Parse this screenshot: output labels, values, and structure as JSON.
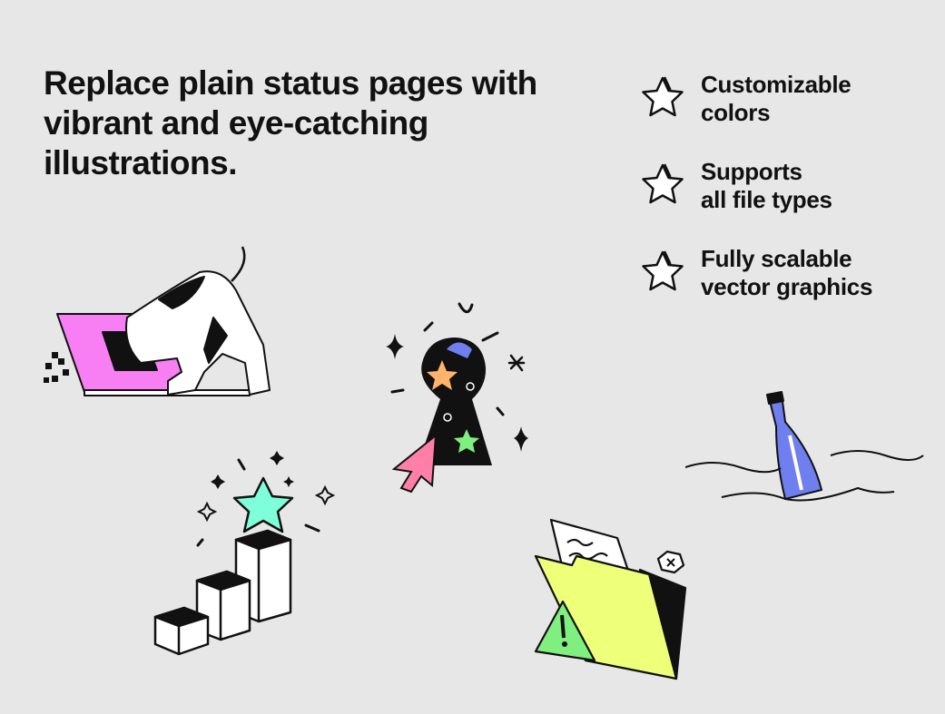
{
  "headline": "Replace plain status pages with vibrant and eye-catching illustrations.",
  "features": [
    {
      "icon": "star-icon",
      "label": "Customizable\ncolors"
    },
    {
      "icon": "star-icon",
      "label": "Supports\nall file types"
    },
    {
      "icon": "star-icon",
      "label": "Fully scalable\nvector graphics"
    }
  ],
  "colors": {
    "background": "#e7e7e7",
    "pink": "#f77ef3",
    "teal": "#7fffd9",
    "salmon": "#ff7fa8",
    "orange": "#ffb36b",
    "green": "#7fef7f",
    "lavender": "#6f7ff0",
    "yellow": "#eeff7a"
  }
}
